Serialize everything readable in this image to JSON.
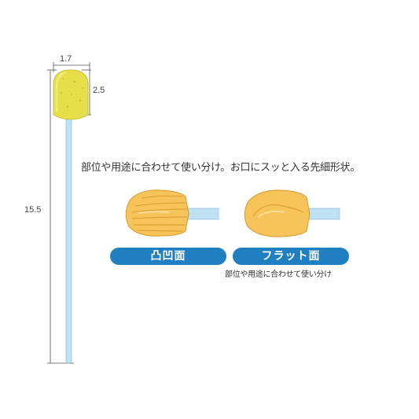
{
  "dimensions": {
    "width_label": "1.7",
    "head_length_label": "2.5",
    "total_length_label": "15.5"
  },
  "headline": "部位や用途に合わせて使い分け。お口にスッと入る先細形状。",
  "variants": [
    {
      "label": "凸凹面"
    },
    {
      "label": "フラット面"
    }
  ],
  "caption": "部位や用途に合わせて使い分け",
  "colors": {
    "pill": "#1f7fc0",
    "sponge_top": "#e6df4a",
    "sponge_shadow": "#c9c237",
    "stick": "#bfe2f2",
    "sponge_orange": "#f6c45b",
    "sponge_orange_line": "#d89a2a"
  }
}
